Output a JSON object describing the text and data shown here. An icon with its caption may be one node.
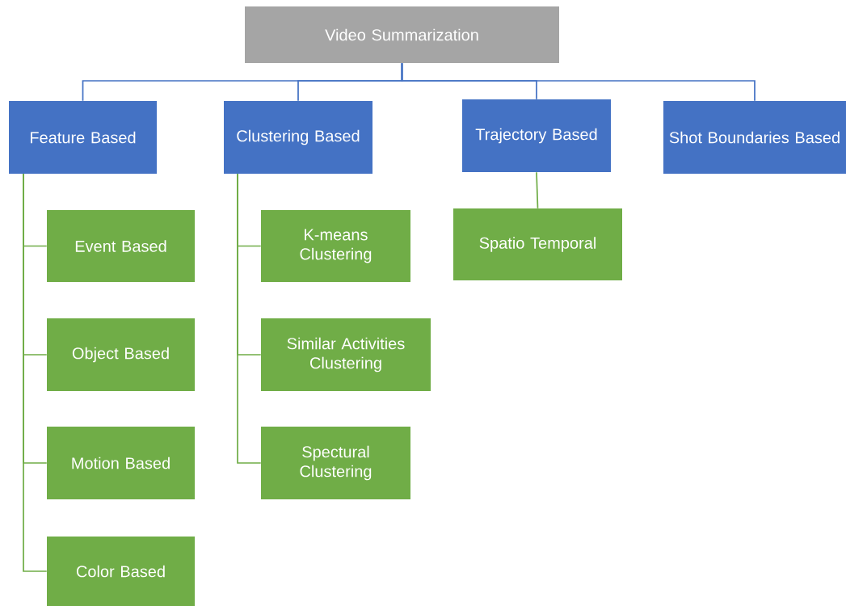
{
  "diagram": {
    "nodes": [
      {
        "text": [
          "Video Summarization"
        ]
      },
      {
        "text": [
          "Feature Based"
        ]
      },
      {
        "text": [
          "Clustering Based"
        ]
      },
      {
        "text": [
          "Trajectory Based"
        ]
      },
      {
        "text": [
          "Shot Boundaries Based"
        ]
      },
      {
        "text": [
          "Event Based"
        ]
      },
      {
        "text": [
          "Object Based"
        ]
      },
      {
        "text": [
          "Motion Based"
        ]
      },
      {
        "text": [
          "Color Based"
        ]
      },
      {
        "text": [
          "K-means Clustering"
        ]
      },
      {
        "text": [
          "Similar Activities Clustering"
        ]
      },
      {
        "text": [
          "Spectural Clustering"
        ]
      },
      {
        "text": [
          "Spatio Temporal"
        ]
      }
    ],
    "edges": [
      {
        "from": 0,
        "to": 1,
        "arrow": "none",
        "color": "#4472c4"
      },
      {
        "from": 0,
        "to": 2,
        "arrow": "none",
        "color": "#4472c4"
      },
      {
        "from": 0,
        "to": 3,
        "arrow": "none",
        "color": "#4472c4"
      },
      {
        "from": 0,
        "to": 4,
        "arrow": "none",
        "color": "#4472c4"
      },
      {
        "from": 1,
        "to": 5,
        "arrow": "none"
      },
      {
        "from": 1,
        "to": 6,
        "arrow": "none"
      },
      {
        "from": 1,
        "to": 7,
        "arrow": "none"
      },
      {
        "from": 1,
        "to": 8,
        "arrow": "none"
      },
      {
        "from": 2,
        "to": 9,
        "arrow": "none"
      },
      {
        "from": 2,
        "to": 10,
        "arrow": "none"
      },
      {
        "from": 2,
        "to": 11,
        "arrow": "none"
      },
      {
        "from": 3,
        "to": 12,
        "arrow": "none"
      }
    ]
  }
}
